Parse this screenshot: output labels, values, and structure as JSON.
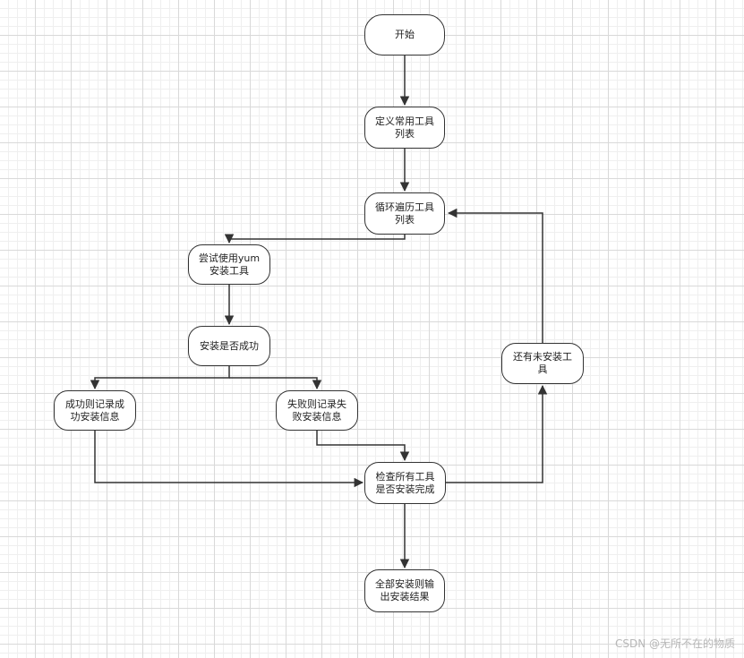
{
  "nodes": {
    "start": "开始",
    "define": "定义常用工具\n列表",
    "loop": "循环遍历工具\n列表",
    "try": "尝试使用yum\n安装工具",
    "check_success": "安装是否成功",
    "success": "成功则记录成\n功安装信息",
    "fail": "失败则记录失\n败安装信息",
    "check_all": "检查所有工具\n是否安装完成",
    "output": "全部安装则输\n出安装结果",
    "remaining": "还有未安装工\n具"
  },
  "watermark": "CSDN @无所不在的物质"
}
